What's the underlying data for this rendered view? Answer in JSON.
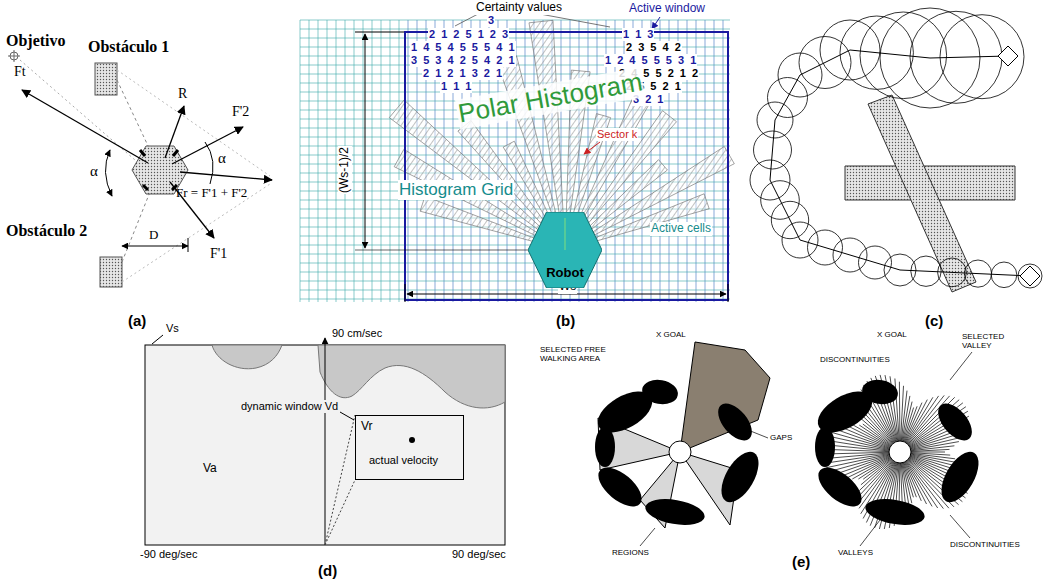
{
  "diagram": {
    "nodes": [
      {
        "text": [
          "Robot"
        ]
      },
      {
        "text": [
          "Vr"
        ]
      }
    ],
    "labels": [
      "Objetivo",
      "Obstáculo 1",
      "Obstáculo 2",
      "Ft",
      "R",
      "F'2",
      "α",
      "α",
      "Fr = F'1 + F'2",
      "F'1",
      "D",
      "(a)",
      "Certainty values",
      "3",
      "Active window",
      "2 1 2 5 1 2 3",
      "1 4 5 4 5 5 5 4 1",
      "3 5 3 4 2 5 4 2 1",
      "2 1 2 1 3 2 1",
      "1 1 1",
      "1 1 3",
      "2 3 5 4 2",
      "1 2 4 5 5 5 3 1",
      "2 4 5 5 2 1 2",
      "2 5 5 2 1",
      "3 2 1",
      "Polar Histogram",
      "Sector k",
      "(Ws-1)/2",
      "Histogram Grid",
      "Active cells",
      "Ws",
      "(b)",
      "(c)",
      "Vs",
      "90 cm/sec",
      "dynamic window Vd",
      "actual velocity",
      "Va",
      "-90 deg/sec",
      "90 deg/sec",
      "(d)",
      "SELECTED FREE WALKING AREA",
      "X GOAL",
      "GAPS",
      "REGIONS",
      "X GOAL",
      "SELECTED VALLEY",
      "DISCONTINUITIES",
      "VALLEYS",
      "DISCONTINUITIES",
      "(e)"
    ]
  }
}
